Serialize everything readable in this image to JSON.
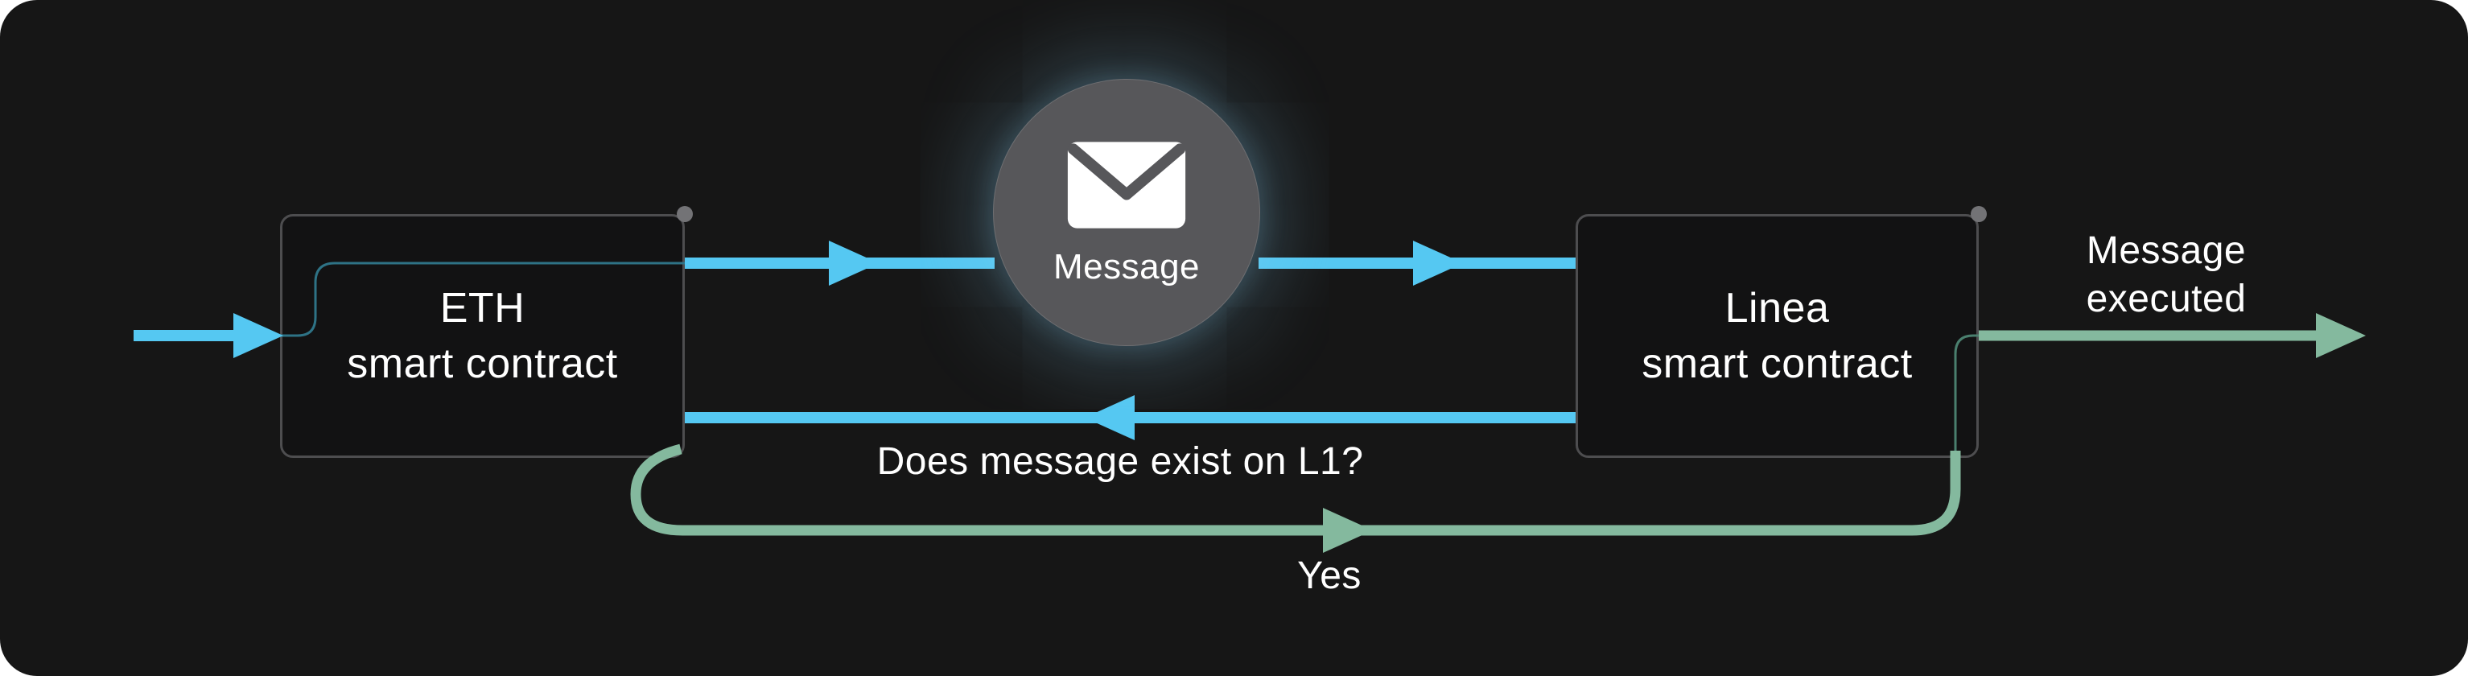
{
  "diagram": {
    "nodes": {
      "eth": {
        "label_line1": "ETH",
        "label_line2": "smart contract"
      },
      "linea": {
        "label_line1": "Linea",
        "label_line2": "smart contract"
      },
      "message": {
        "label": "Message",
        "icon": "envelope-icon"
      }
    },
    "edges": {
      "question_label": "Does message exist on L1?",
      "yes_label": "Yes",
      "executed_label_line1": "Message",
      "executed_label_line2": "executed"
    }
  },
  "colors": {
    "page_bg": "#ffffff",
    "canvas_bg": "#161616",
    "box_fill": "#121213",
    "box_border": "#4d4d4f",
    "arrow_blue": "#55c8f2",
    "arrow_green": "#84b99e",
    "thin_cyan": "#2e7386",
    "thin_green": "#4a7f6e",
    "circle_fill": "#57575a",
    "dot": "#737376",
    "text": "#ffffff",
    "glow": "rgba(140,210,245,0.30)"
  }
}
